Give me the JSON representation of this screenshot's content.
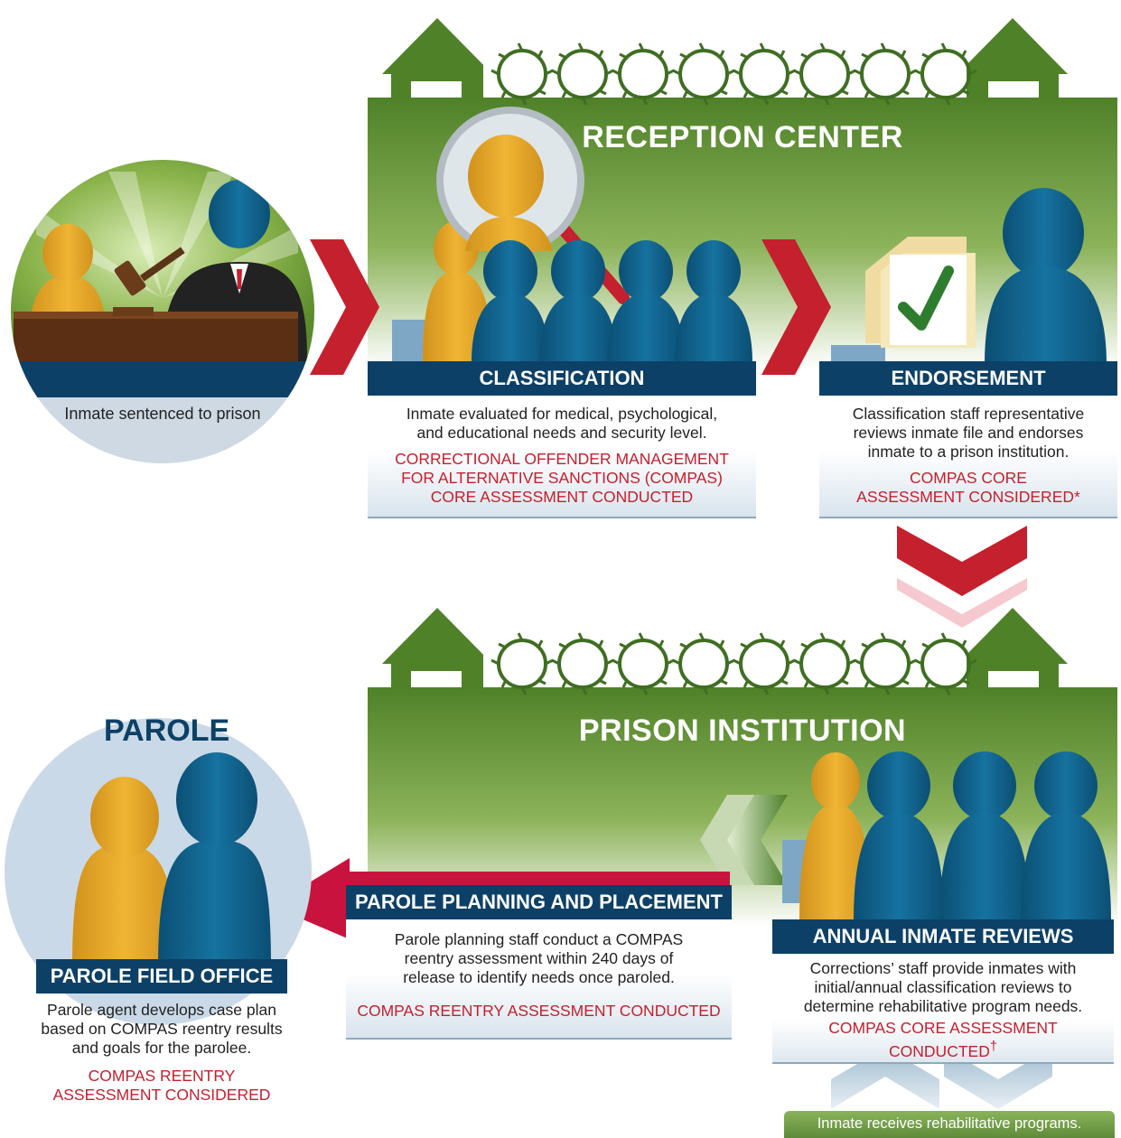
{
  "court": {
    "caption": "Inmate sentenced to prison"
  },
  "reception_center": {
    "title": "RECEPTION CENTER",
    "classification": {
      "header": "CLASSIFICATION",
      "description_lines": [
        "Inmate evaluated for medical, psychological,",
        "and educational needs and security level."
      ],
      "assessment_lines": [
        "CORRECTIONAL OFFENDER MANAGEMENT",
        "FOR ALTERNATIVE SANCTIONS (COMPAS)",
        "CORE ASSESSMENT CONDUCTED"
      ]
    },
    "endorsement": {
      "header": "ENDORSEMENT",
      "description_lines": [
        "Classification staff representative",
        "reviews inmate file and endorses",
        "inmate to a prison institution."
      ],
      "assessment_lines": [
        "COMPAS CORE",
        "ASSESSMENT CONSIDERED*"
      ]
    }
  },
  "prison_institution": {
    "title": "PRISON INSTITUTION",
    "annual_reviews": {
      "header": "ANNUAL INMATE REVIEWS",
      "description_lines": [
        "Corrections’ staff provide inmates with",
        "initial/annual classification reviews to",
        "determine rehabilitative program needs."
      ],
      "assessment_line_1": "COMPAS CORE ASSESSMENT",
      "assessment_line_2": "CONDUCTED",
      "assessment_mark": "†"
    },
    "programs_caption": "Inmate receives rehabilitative programs."
  },
  "parole_planning": {
    "header": "PAROLE PLANNING AND PLACEMENT",
    "description_lines": [
      "Parole planning staff conduct a COMPAS",
      "reentry assessment within 240 days of",
      "release to identify needs once paroled."
    ],
    "assessment_line": "COMPAS REENTRY ASSESSMENT CONDUCTED"
  },
  "parole": {
    "title": "PAROLE",
    "field_office": {
      "header": "PAROLE FIELD OFFICE",
      "description_lines": [
        "Parole agent develops case plan",
        "based on COMPAS reentry results",
        "and goals for the parolee."
      ],
      "assessment_lines": [
        "COMPAS REENTRY",
        "ASSESSMENT CONSIDERED"
      ]
    }
  },
  "colors": {
    "navy": "#0d4066",
    "person_blue": "#0f5e86",
    "person_gold": "#e2a427",
    "arrow_red": "#c4202e",
    "wall_green": "#5a8a2c",
    "assessment_red": "#c4202e"
  }
}
